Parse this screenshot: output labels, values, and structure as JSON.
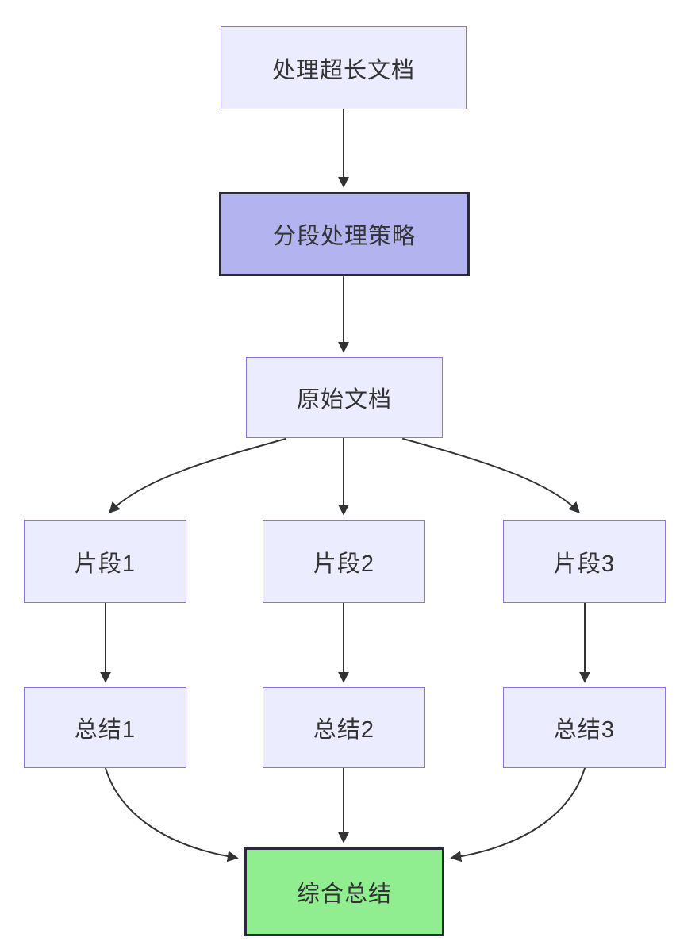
{
  "diagram": {
    "type": "flowchart",
    "direction": "top-down",
    "nodes": [
      {
        "id": "A",
        "label": "处理超长文档",
        "style": "default"
      },
      {
        "id": "B",
        "label": "分段处理策略",
        "style": "highlight"
      },
      {
        "id": "C",
        "label": "原始文档",
        "style": "default"
      },
      {
        "id": "D",
        "label": "片段1",
        "style": "default"
      },
      {
        "id": "E",
        "label": "片段2",
        "style": "default"
      },
      {
        "id": "F",
        "label": "片段3",
        "style": "default"
      },
      {
        "id": "G",
        "label": "总结1",
        "style": "default"
      },
      {
        "id": "H",
        "label": "总结2",
        "style": "default"
      },
      {
        "id": "I",
        "label": "总结3",
        "style": "default"
      },
      {
        "id": "J",
        "label": "综合总结",
        "style": "result"
      }
    ],
    "edges": [
      {
        "from": "处理超长文档",
        "to": "分段处理策略"
      },
      {
        "from": "分段处理策略",
        "to": "原始文档"
      },
      {
        "from": "原始文档",
        "to": "片段1"
      },
      {
        "from": "原始文档",
        "to": "片段2"
      },
      {
        "from": "原始文档",
        "to": "片段3"
      },
      {
        "from": "片段1",
        "to": "总结1"
      },
      {
        "from": "片段2",
        "to": "总结2"
      },
      {
        "from": "片段3",
        "to": "总结3"
      },
      {
        "from": "总结1",
        "to": "综合总结"
      },
      {
        "from": "总结2",
        "to": "综合总结"
      },
      {
        "from": "总结3",
        "to": "综合总结"
      }
    ],
    "colors": {
      "node_fill": "#ECECFF",
      "node_border": "#9370DB",
      "highlight_fill": "#b3b3f0",
      "result_fill": "#90EE90",
      "emphasis_border": "#2a2a3b",
      "edge": "#333333",
      "text": "#333333",
      "background": "#ffffff"
    }
  }
}
